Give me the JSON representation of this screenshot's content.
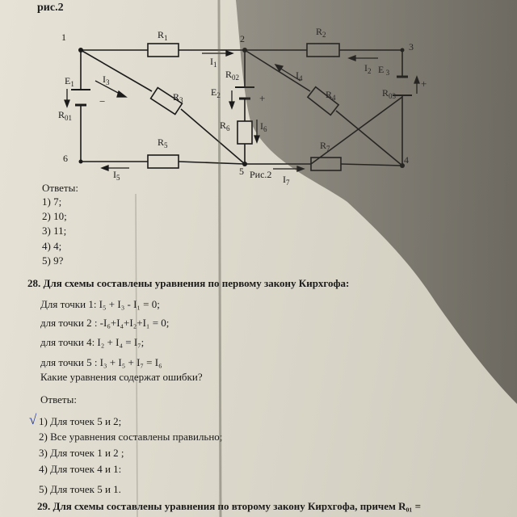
{
  "figure_label": "рис.2",
  "circuit": {
    "nodes": [
      "1",
      "2",
      "3",
      "4",
      "5",
      "6"
    ],
    "resistors": [
      "R",
      "R",
      "R",
      "R",
      "R",
      "R",
      "R"
    ],
    "resistor_subs": [
      "1",
      "2",
      "3",
      "4",
      "5",
      "6",
      "7"
    ],
    "internal": [
      {
        "base": "R",
        "sub": "02"
      },
      {
        "base": "R",
        "sub": "03"
      },
      {
        "base": "R",
        "sub": "01"
      }
    ],
    "emfs": [
      {
        "base": "E",
        "sub": "1"
      },
      {
        "base": "E",
        "sub": "2"
      },
      {
        "base": "E",
        "sub": " 3"
      }
    ],
    "currents": [
      {
        "base": "I",
        "sub": "1"
      },
      {
        "base": "I",
        "sub": "2"
      },
      {
        "base": "I",
        "sub": "3"
      },
      {
        "base": "I",
        "sub": "4"
      },
      {
        "base": "I",
        "sub": "5"
      },
      {
        "base": "I",
        "sub": "6"
      },
      {
        "base": "I",
        "sub": "7"
      }
    ],
    "caption": "Рис.2"
  },
  "q27": {
    "answers_heading": "Ответы:",
    "answers": [
      "1) 7;",
      "2) 10;",
      "3) 11;",
      "4) 4;",
      "5) 9?"
    ]
  },
  "q28": {
    "heading": "28. Для схемы составлены уравнения по первому закону Кирхгофа:",
    "equations": [
      "Для точки 1: I₅ + I₃ - I₁ = 0;",
      "для точки 2 : -I₆+I₄+I₂+I₁ = 0;",
      "для точки 4: I₂ + I₄ = I₇;",
      "для точки 5 : I₃ + I₅ + I₇ = I₆"
    ],
    "question": "Какие уравнения содержат ошибки?",
    "answers_heading": "Ответы:",
    "check_mark": "√",
    "answers": [
      "1) Для точек 5 и 2;",
      "2) Все уравнения составлены правильно;",
      "3) Для точек 1 и 2 ;",
      "4) Для точек 4 и 1:",
      "5) Для точек 5 и 1."
    ]
  },
  "q29": {
    "heading": "29. Для схемы составлены уравнения по второму закону Кирхгофа, причем R₀₁ ="
  }
}
